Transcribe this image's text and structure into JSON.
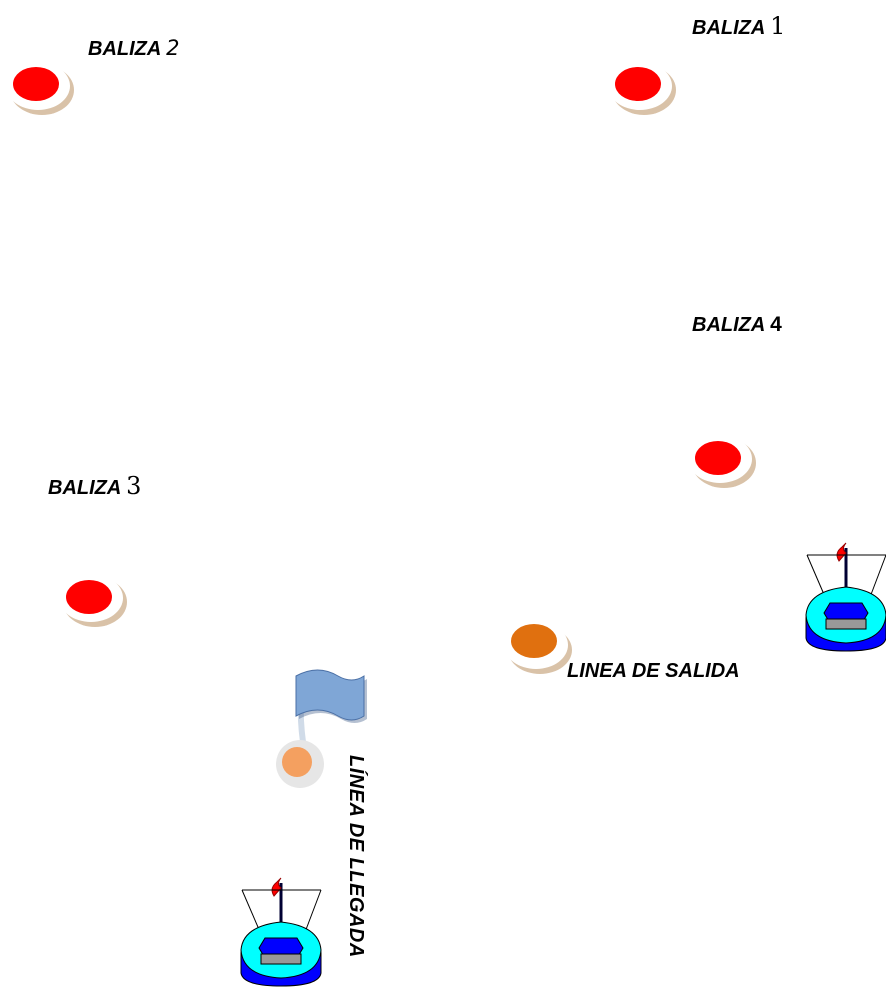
{
  "beacons": [
    {
      "label_word": "BALIZA",
      "label_num": "1",
      "color": "#ff0000"
    },
    {
      "label_word": "BALIZA",
      "label_num": "2",
      "color": "#ff0000"
    },
    {
      "label_word": "BALIZA",
      "label_num": "3",
      "color": "#ff0000"
    },
    {
      "label_word": "BALIZA",
      "label_num": "4",
      "color": "#ff0000"
    }
  ],
  "start_line": {
    "label": "LINEA DE SALIDA",
    "buoy_color": "#e0700f"
  },
  "finish_line": {
    "label": "LÍNEA DE LLEGADA",
    "buoy_color": "#f4a060",
    "flag_color": "#7fa6d6"
  },
  "boats": [
    {
      "name": "boat-start-line",
      "hull_color": "#00ffff",
      "deck_color": "#0000ff",
      "flag_color": "#ff0000"
    },
    {
      "name": "boat-finish-line",
      "hull_color": "#00ffff",
      "deck_color": "#0000ff",
      "flag_color": "#ff0000"
    }
  ]
}
